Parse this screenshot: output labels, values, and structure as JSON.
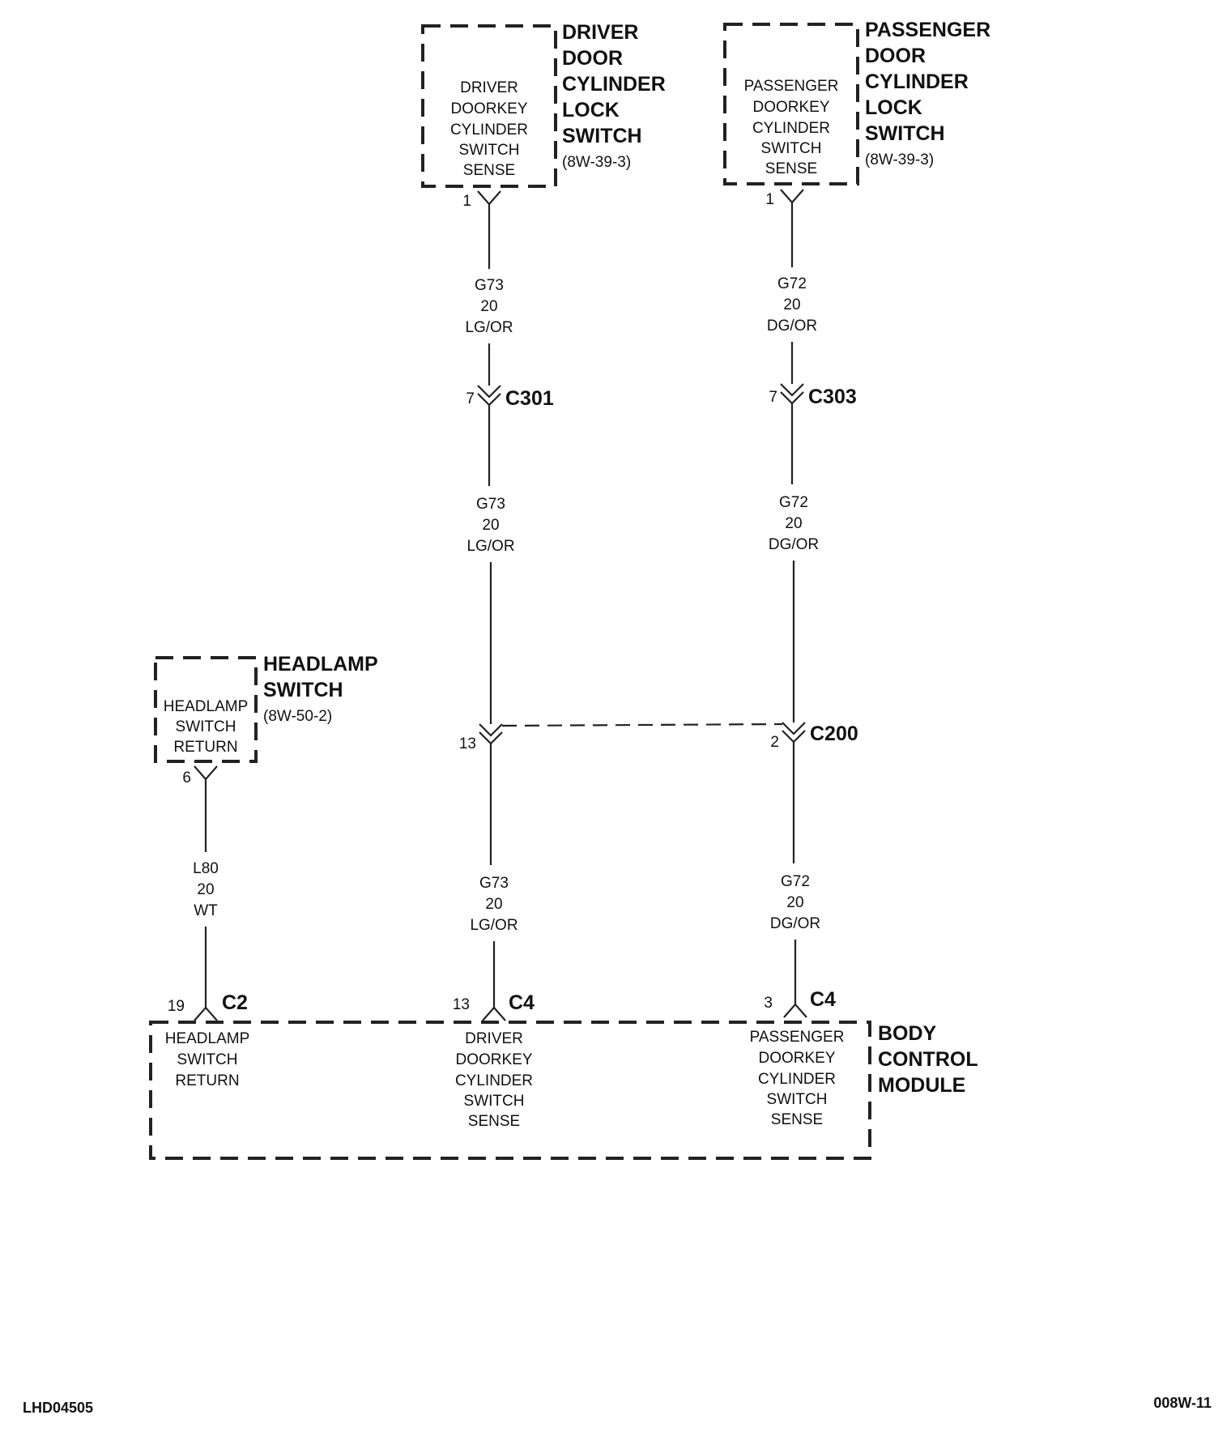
{
  "components": {
    "driver_switch": {
      "title_lines": [
        "DRIVER",
        "DOOR",
        "CYLINDER",
        "LOCK",
        "SWITCH"
      ],
      "ref": "(8W-39-3)",
      "inner_lines": [
        "DRIVER",
        "DOORKEY",
        "CYLINDER",
        "SWITCH",
        "SENSE"
      ],
      "pin": "1"
    },
    "passenger_switch": {
      "title_lines": [
        "PASSENGER",
        "DOOR",
        "CYLINDER",
        "LOCK",
        "SWITCH"
      ],
      "ref": "(8W-39-3)",
      "inner_lines": [
        "PASSENGER",
        "DOORKEY",
        "CYLINDER",
        "SWITCH",
        "SENSE"
      ],
      "pin": "1"
    },
    "headlamp_switch": {
      "title_lines": [
        "HEADLAMP",
        "SWITCH"
      ],
      "ref": "(8W-50-2)",
      "inner_lines": [
        "HEADLAMP",
        "SWITCH",
        "RETURN"
      ],
      "pin": "6"
    },
    "bcm": {
      "title_lines": [
        "BODY",
        "CONTROL",
        "MODULE"
      ],
      "headlamp_lines": [
        "HEADLAMP",
        "SWITCH",
        "RETURN"
      ],
      "driver_lines": [
        "DRIVER",
        "DOORKEY",
        "CYLINDER",
        "SWITCH",
        "SENSE"
      ],
      "passenger_lines": [
        "PASSENGER",
        "DOORKEY",
        "CYLINDER",
        "SWITCH",
        "SENSE"
      ],
      "headlamp_pin": "19",
      "headlamp_conn": "C2",
      "driver_pin": "13",
      "driver_conn": "C4",
      "passenger_pin": "3",
      "passenger_conn": "C4"
    }
  },
  "wires": {
    "driver_a": [
      "G73",
      "20",
      "LG/OR"
    ],
    "driver_b": [
      "G73",
      "20",
      "LG/OR"
    ],
    "driver_c": [
      "G73",
      "20",
      "LG/OR"
    ],
    "passenger_a": [
      "G72",
      "20",
      "DG/OR"
    ],
    "passenger_b": [
      "G72",
      "20",
      "DG/OR"
    ],
    "passenger_c": [
      "G72",
      "20",
      "DG/OR"
    ],
    "headlamp": [
      "L80",
      "20",
      "WT"
    ]
  },
  "connectors": {
    "c301": {
      "name": "C301",
      "pin": "7"
    },
    "c303": {
      "name": "C303",
      "pin": "7"
    },
    "c200": {
      "name": "C200",
      "pin_driver": "13",
      "pin_passenger": "2"
    }
  },
  "footer": {
    "left_code": "LHD04505",
    "right_code": "008W-11"
  }
}
